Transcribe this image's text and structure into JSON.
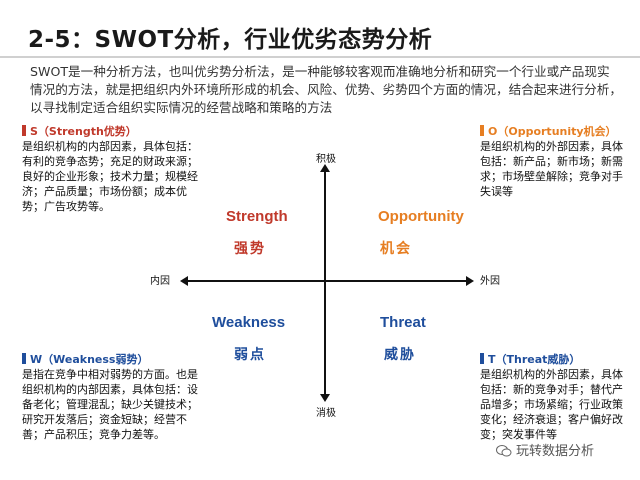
{
  "title": "2-5：SWOT分析，行业优劣态势分析",
  "intro": "SWOT是一种分析方法，也叫优劣势分析法，是一种能够较客观而准确地分析和研究一个行业或产品现实情况的方法，就是把组织内外环境所形成的机会、风险、优势、劣势四个方面的情况，结合起来进行分析，以寻找制定适合组织实际情况的经营战略和策略的方法",
  "blocks": {
    "strength": {
      "heading": "S（Strength优势）",
      "text": "是组织机构的内部因素，具体包括：有利的竞争态势；充足的财政来源；良好的企业形象；技术力量；规模经济；产品质量；市场份额；成本优势；广告攻势等。"
    },
    "opportunity": {
      "heading": "O（Opportunity机会）",
      "text": "是组织机构的外部因素，具体包括：新产品；新市场；新需求；市场壁垒解除；竞争对手失误等"
    },
    "weakness": {
      "heading": "W（Weakness弱势）",
      "text": "是指在竞争中相对弱势的方面。也是组织机构的内部因素，具体包括：设备老化；管理混乱；缺少关键技术；研究开发落后；资金短缺；经营不善；产品积压；竞争力差等。"
    },
    "threat": {
      "heading": "T（Threat威胁）",
      "text": "是组织机构的外部因素，具体包括：新的竞争对手；替代产品增多；市场紧缩；行业政策变化；经济衰退；客户偏好改变；突发事件等"
    }
  },
  "axis": {
    "top": "积极",
    "bottom": "消极",
    "left": "内因",
    "right": "外因"
  },
  "quadrants": {
    "strength": {
      "en": "Strength",
      "cn": "强势"
    },
    "opportunity": {
      "en": "Opportunity",
      "cn": "机会"
    },
    "weakness": {
      "en": "Weakness",
      "cn": "弱点"
    },
    "threat": {
      "en": "Threat",
      "cn": "威胁"
    }
  },
  "watermark": "玩转数据分析",
  "colors": {
    "strength": "#c0392b",
    "opportunity": "#e67e22",
    "weakness": "#1f4e9c",
    "threat": "#1f4e9c"
  }
}
